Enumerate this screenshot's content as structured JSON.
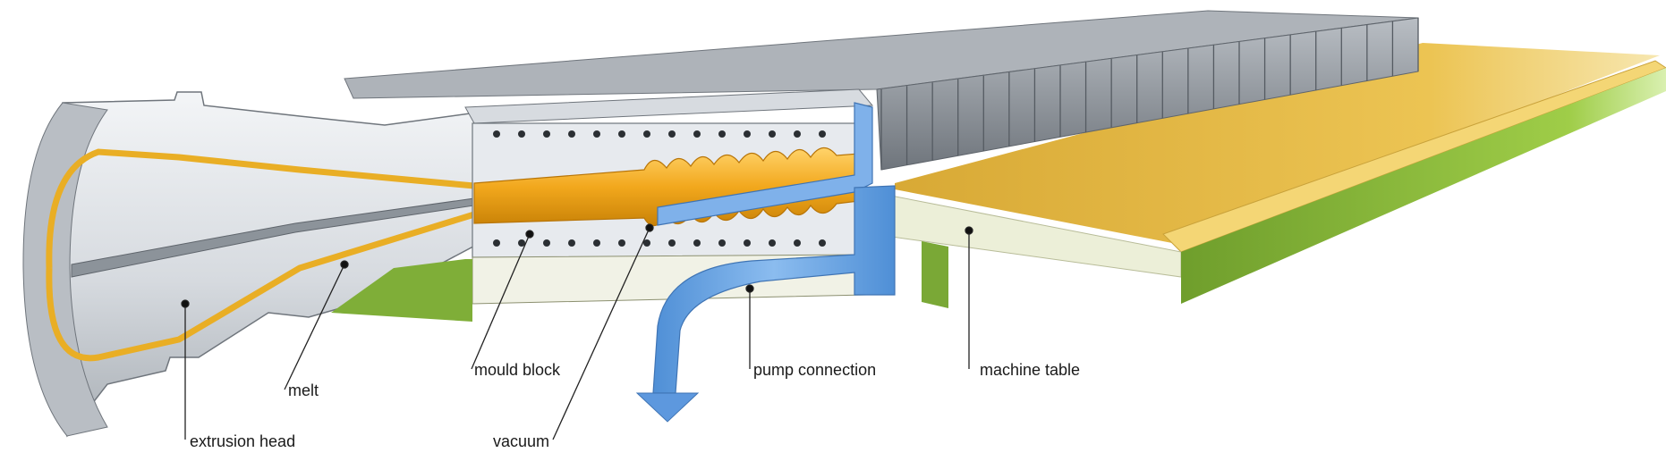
{
  "labels": {
    "extrusion_head": "extrusion head",
    "melt": "melt",
    "mould_block": "mould block",
    "vacuum": "vacuum",
    "pump_connection": "pump connection",
    "machine_table": "machine table"
  },
  "colors": {
    "metal_light": "#e6e9ec",
    "metal_mid": "#c4c9ce",
    "metal_dark": "#8f959b",
    "melt_orange": "#f2a81d",
    "table_top": "#e0b43c",
    "table_green": "#8fbf3a",
    "table_side": "#e8ecd2",
    "vacuum_blue": "#6aa3e0",
    "leader": "#222222"
  }
}
